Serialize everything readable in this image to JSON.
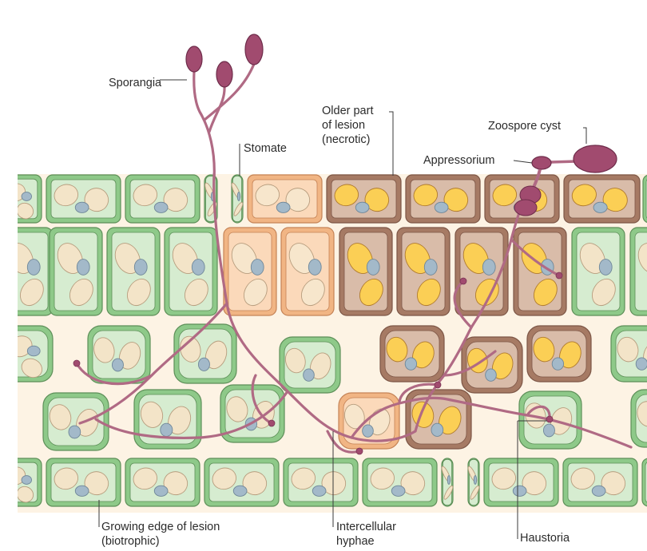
{
  "labels": {
    "sporangia": "Sporangia",
    "stomate": "Stomate",
    "older_part_l1": "Older part",
    "older_part_l2": "of lesion",
    "older_part_l3": "(necrotic)",
    "zoospore_cyst": "Zoospore cyst",
    "appressorium": "Appressorium",
    "growing_edge_l1": "Growing edge of lesion",
    "growing_edge_l2": "(biotrophic)",
    "intercellular_l1": "Intercellular",
    "intercellular_l2": "hyphae",
    "haustoria": "Haustoria"
  },
  "colors": {
    "healthy_cell": "#8ec989",
    "healthy_cytoplasm": "#d6ecd0",
    "early_infected_cell": "#f1b584",
    "early_infected_cytoplasm": "#fbd9ba",
    "necrotic_cell": "#a67a64",
    "necrotic_cytoplasm": "#d9bca9",
    "chloroplast_healthy": "#f3e4c8",
    "chloroplast_necrotic": "#fbcf55",
    "nucleus": "#a3b9c9",
    "hyphae": "#b06a84",
    "pathogen_body": "#a14b6f",
    "intercellular_space": "#fdf3e4"
  }
}
